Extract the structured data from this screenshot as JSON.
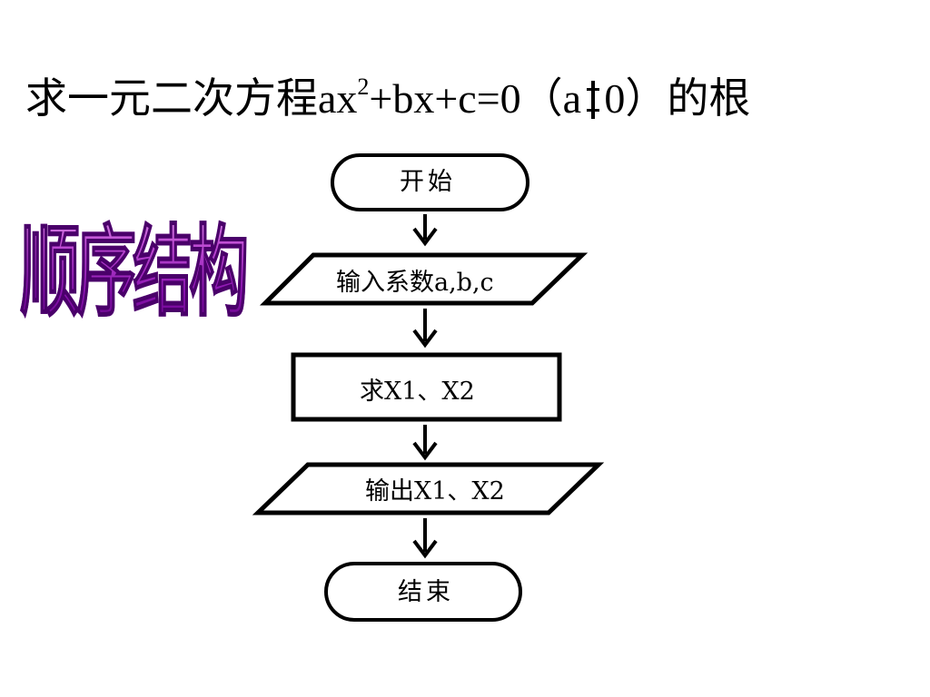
{
  "title": {
    "prefix": "求一元二次方程",
    "equation_before_sup": "ax",
    "superscript": "2",
    "equation_after_sup": "+bx+c=0（a",
    "neq_glyph": "≠",
    "equation_end": "0）",
    "suffix": "的根"
  },
  "wordart_text": "顺序结构",
  "flowchart": {
    "start": "开始",
    "input": "输入系数a,b,c",
    "process": "求X1、X2",
    "output": "输出X1、X2",
    "end": "结束"
  },
  "colors": {
    "wordart_top": "#e8b6f0",
    "wordart_bottom": "#5a0078",
    "stroke": "#000000"
  }
}
